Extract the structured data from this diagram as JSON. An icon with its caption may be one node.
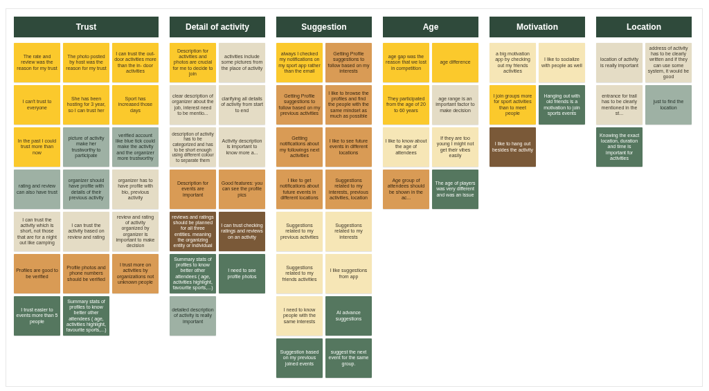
{
  "diagram": {
    "nodes": [
      {
        "text": [
          "Trust"
        ]
      },
      {
        "text": [
          "The rate and review was the reason for my trust"
        ]
      },
      {
        "text": [
          "The photo posted by host was the reason for my trust"
        ]
      },
      {
        "text": [
          "I can trust the out- door activities more than the in- door activities"
        ]
      },
      {
        "text": [
          "I can't trust to everyone"
        ]
      },
      {
        "text": [
          "She has been hosting for 3 year, so I can trust her"
        ]
      },
      {
        "text": [
          "Sport has increased those days"
        ]
      },
      {
        "text": [
          "In the past I could trust more than now"
        ]
      },
      {
        "text": [
          "picture of activity make her trustworthy to participate"
        ]
      },
      {
        "text": [
          "verified account like blue tick could make the activity and the organizer more trustworthy"
        ]
      },
      {
        "text": [
          "rating and review can also have trust"
        ]
      },
      {
        "text": [
          "organizer should have profile with details of their previous activity"
        ]
      },
      {
        "text": [
          "organizer has to have profile with bio, previous activity"
        ]
      },
      {
        "text": [
          "I can trust the activity which is short, not those that are for a night out like camping"
        ]
      },
      {
        "text": [
          "I can trust the activity based on review and rating"
        ]
      },
      {
        "text": [
          "review and rating of activity organized by organizer is important to make decision"
        ]
      },
      {
        "text": [
          "Profiles are good to be verified"
        ]
      },
      {
        "text": [
          "Profile photos and phone numbers should be verified"
        ]
      },
      {
        "text": [
          "I trust more on activities by organizations not unknown people"
        ]
      },
      {
        "text": [
          "I trust easier to events more than 5 people"
        ]
      },
      {
        "text": [
          "Summary stats of profiles to know better other attendees ( age, activities highlight, favourite sports,...)"
        ]
      },
      {
        "text": [
          "Detail of activity"
        ]
      },
      {
        "text": [
          "Description for activities and photos are crucial for me to decide to join"
        ]
      },
      {
        "text": [
          "activities include some pictures from the place of activity"
        ]
      },
      {
        "text": [
          "clear description of organizer about the job, interest need to be mentio..."
        ]
      },
      {
        "text": [
          "clarifying all details of activity from start to end"
        ]
      },
      {
        "text": [
          "description of activity has to be categorized and has to be short enough using different colour to separate them"
        ]
      },
      {
        "text": [
          "Activity description is important to know more a..."
        ]
      },
      {
        "text": [
          "Description for events are important"
        ]
      },
      {
        "text": [
          "Good features: you can see the profile pics"
        ]
      },
      {
        "text": [
          "reviews and ratings should be planned for all three entities. meaning the organizing entity or individual"
        ]
      },
      {
        "text": [
          "I can trust checking ratings and reviews on an activity"
        ]
      },
      {
        "text": [
          "Summary stats of profiles to know better other attendees ( age, activities highlight, favourite sports,...)"
        ]
      },
      {
        "text": [
          "I need to see profile photos"
        ]
      },
      {
        "text": [
          "detailed description of activity is really important"
        ]
      },
      {
        "text": [
          "Suggestion"
        ]
      },
      {
        "text": [
          "always I checked my notifications on my sport app rather than the email"
        ]
      },
      {
        "text": [
          "Getting Profile suggestions to follow based on my interests"
        ]
      },
      {
        "text": [
          "Getting Profile suggestions to follow based on my previous activities"
        ]
      },
      {
        "text": [
          "I like to browse the profiles and find the people with the same mindset as much as possible"
        ]
      },
      {
        "text": [
          "Getting notifications about my followings next activities"
        ]
      },
      {
        "text": [
          "I like to see future events in different locations"
        ]
      },
      {
        "text": [
          "I like to get notifications about future events in different locations"
        ]
      },
      {
        "text": [
          "Suggestions related to my interests, previous activities, location"
        ]
      },
      {
        "text": [
          "Suggestions related to my previous activities"
        ]
      },
      {
        "text": [
          "Suggestions related to my interests"
        ]
      },
      {
        "text": [
          "Suggestions related to my friends activities"
        ]
      },
      {
        "text": [
          "I like suggestions from app"
        ]
      },
      {
        "text": [
          "I need to know people with the same interests"
        ]
      },
      {
        "text": [
          "AI advance suggestions"
        ]
      },
      {
        "text": [
          "Suggestion based on my previous joined events"
        ]
      },
      {
        "text": [
          "suggest the next event for the same group."
        ]
      },
      {
        "text": [
          "Age"
        ]
      },
      {
        "text": [
          "age gap was the reason that we lost in competition"
        ]
      },
      {
        "text": [
          "age difference"
        ]
      },
      {
        "text": [
          "They participated from the age of 20 to 60 years"
        ]
      },
      {
        "text": [
          "age range is an important factor to make decision"
        ]
      },
      {
        "text": [
          "I like to know about the age of attendees"
        ]
      },
      {
        "text": [
          "If they are too young I might not get their vibes easily"
        ]
      },
      {
        "text": [
          "Age group of attendees should be shown in the ac..."
        ]
      },
      {
        "text": [
          "The age of players was very different and was an issue"
        ]
      },
      {
        "text": [
          "Motivation"
        ]
      },
      {
        "text": [
          "a big motivation app by checking out my friends activities"
        ]
      },
      {
        "text": [
          "I like to socialize with people as well"
        ]
      },
      {
        "text": [
          "I join groups more for sport activities than to meet people"
        ]
      },
      {
        "text": [
          "Hanging out with old friends is a motivation to join sports events"
        ]
      },
      {
        "text": [
          "I like to hang out besides the activity"
        ]
      },
      {
        "text": [
          "Location"
        ]
      },
      {
        "text": [
          "location of activity is really important"
        ]
      },
      {
        "text": [
          "address of activity has to be clearly written and if they can use some system, it would be good"
        ]
      },
      {
        "text": [
          "entrance for trail has to be clearly mentioned in the st..."
        ]
      },
      {
        "text": [
          "just to find the location"
        ]
      },
      {
        "text": [
          "Knowing the exact location, duration and time is important for activities"
        ]
      }
    ]
  }
}
